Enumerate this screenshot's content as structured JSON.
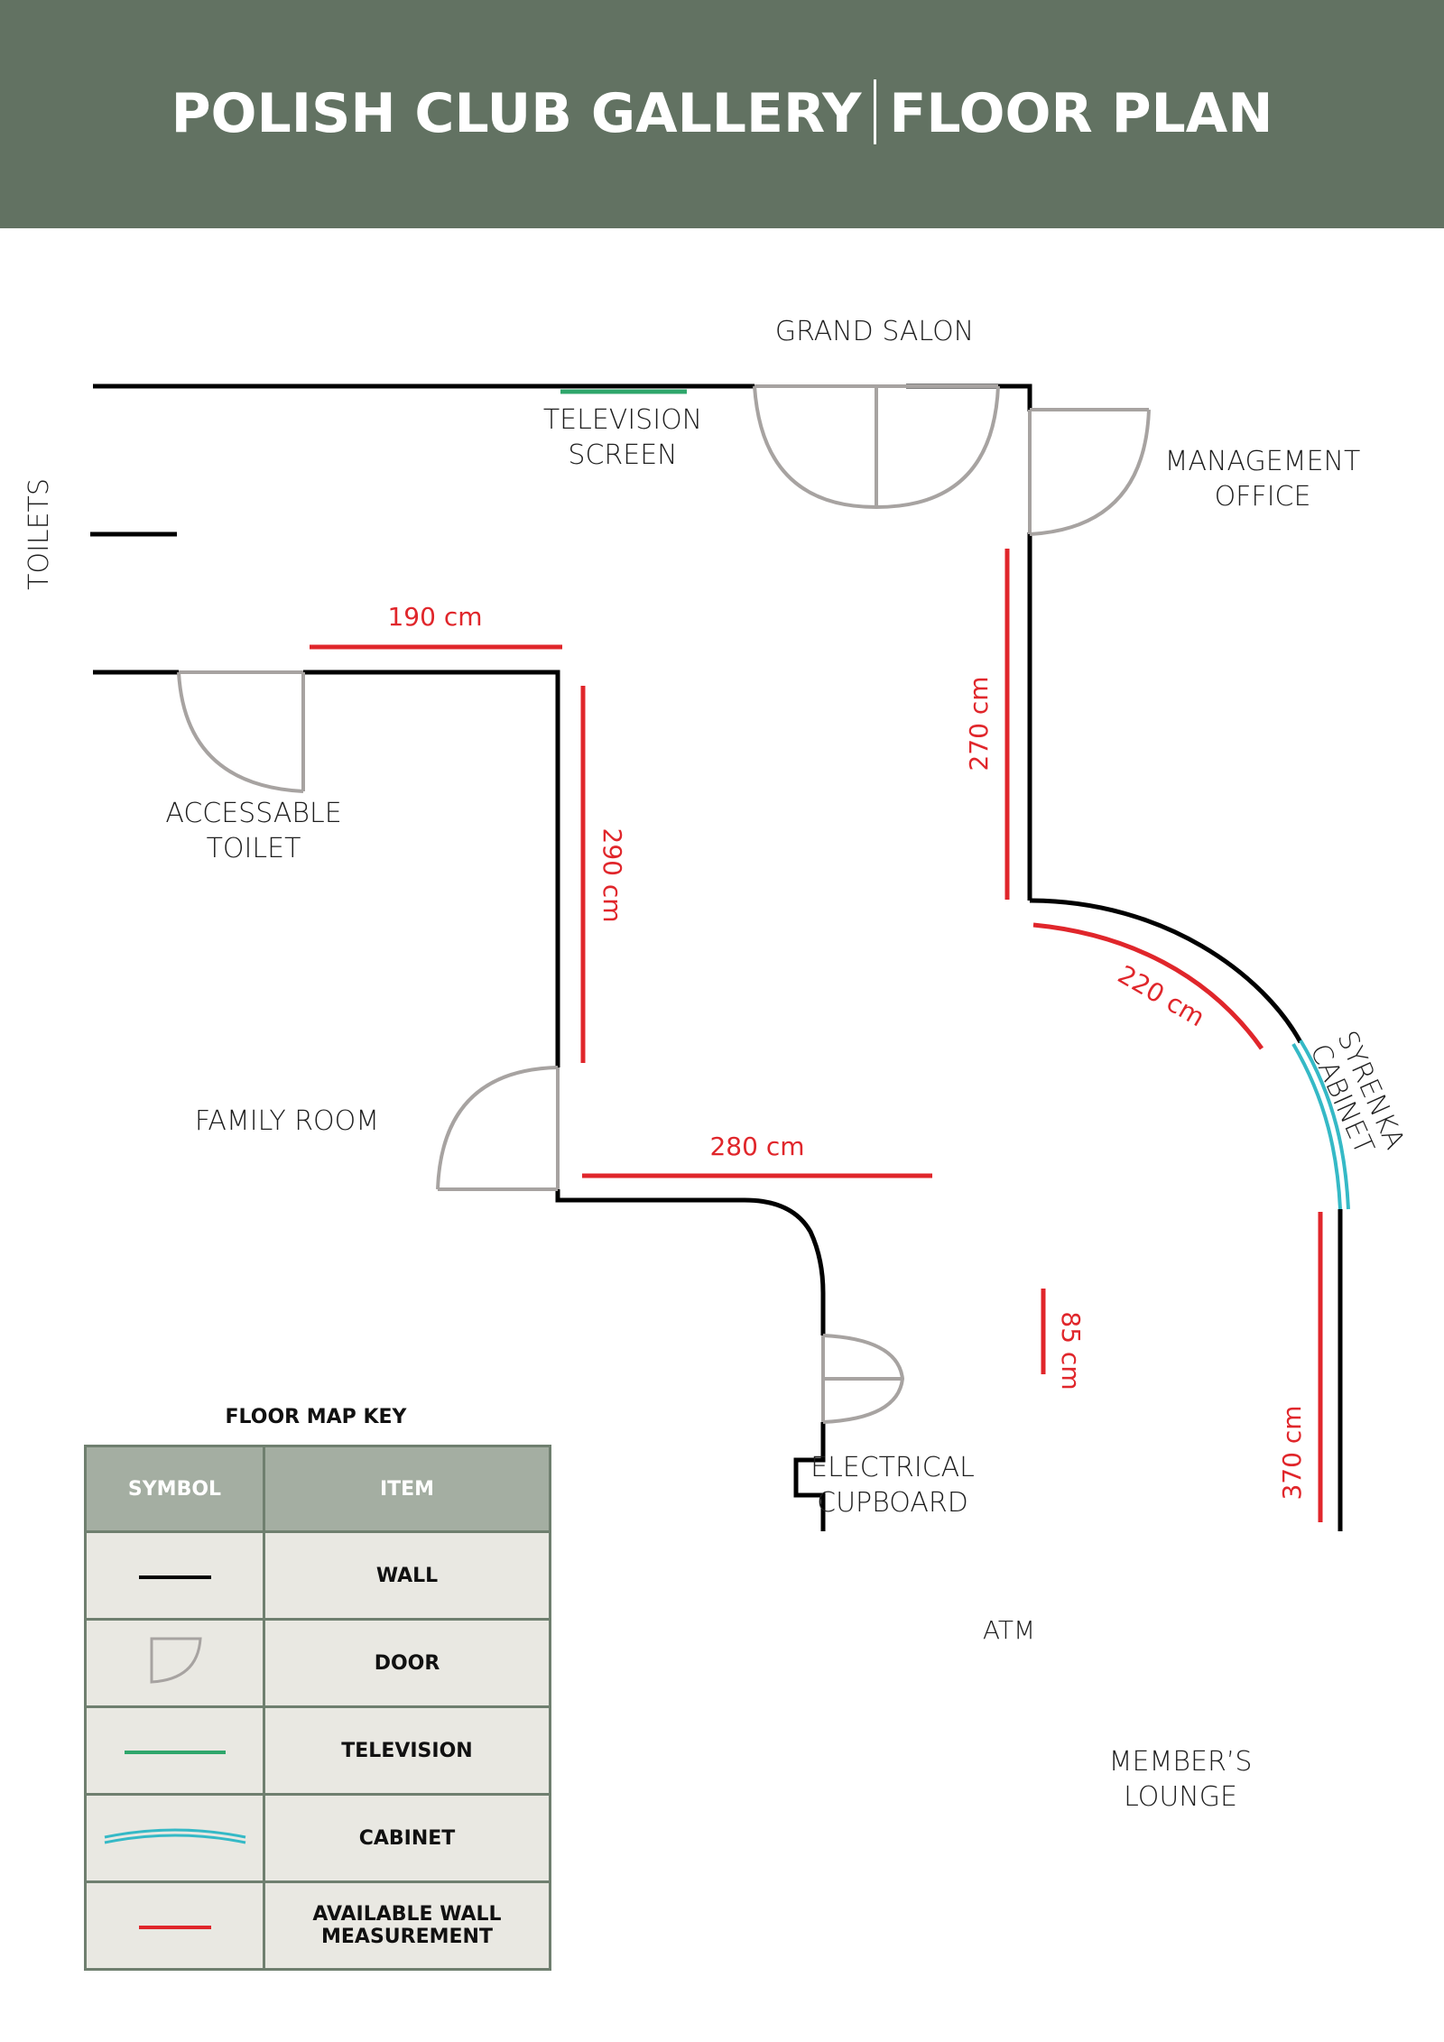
{
  "header": {
    "title_left": "POLISH CLUB GALLERY",
    "title_right": "FLOOR PLAN",
    "background_color": "#627262"
  },
  "rooms": {
    "grand_salon": "GRAND SALON",
    "television_screen": [
      "TELEVISION",
      "SCREEN"
    ],
    "management_office": [
      "MANAGEMENT",
      "OFFICE"
    ],
    "toilets": "TOILETS",
    "accessable_toilet": [
      "ACCESSABLE",
      "TOILET"
    ],
    "family_room": "FAMILY ROOM",
    "syrenka_cabinet": [
      "SYRENKA",
      "CABINET"
    ],
    "electrical_cupboard": [
      "ELECTRICAL",
      "CUPBOARD"
    ],
    "atm": "ATM",
    "members_lounge": [
      "MEMBER’S",
      "LOUNGE"
    ]
  },
  "measurements": {
    "m190": "190 cm",
    "m270": "270 cm",
    "m290": "290 cm",
    "m220": "220 cm",
    "m280": "280 cm",
    "m85": "85 cm",
    "m370": "370 cm"
  },
  "colors": {
    "wall": "#000000",
    "door": "#a7a3a1",
    "television": "#2ea66b",
    "cabinet": "#35b9c6",
    "available_wall": "#e0262b"
  },
  "key": {
    "title": "FLOOR MAP KEY",
    "headers": [
      "SYMBOL",
      "ITEM"
    ],
    "rows": [
      {
        "symbol": "wall-line",
        "item": "WALL"
      },
      {
        "symbol": "door-arc",
        "item": "DOOR"
      },
      {
        "symbol": "television-line",
        "item": "TELEVISION"
      },
      {
        "symbol": "cabinet-double-arc",
        "item": "CABINET"
      },
      {
        "symbol": "available-wall-line",
        "item": "AVAILABLE WALL MEASUREMENT"
      }
    ]
  }
}
